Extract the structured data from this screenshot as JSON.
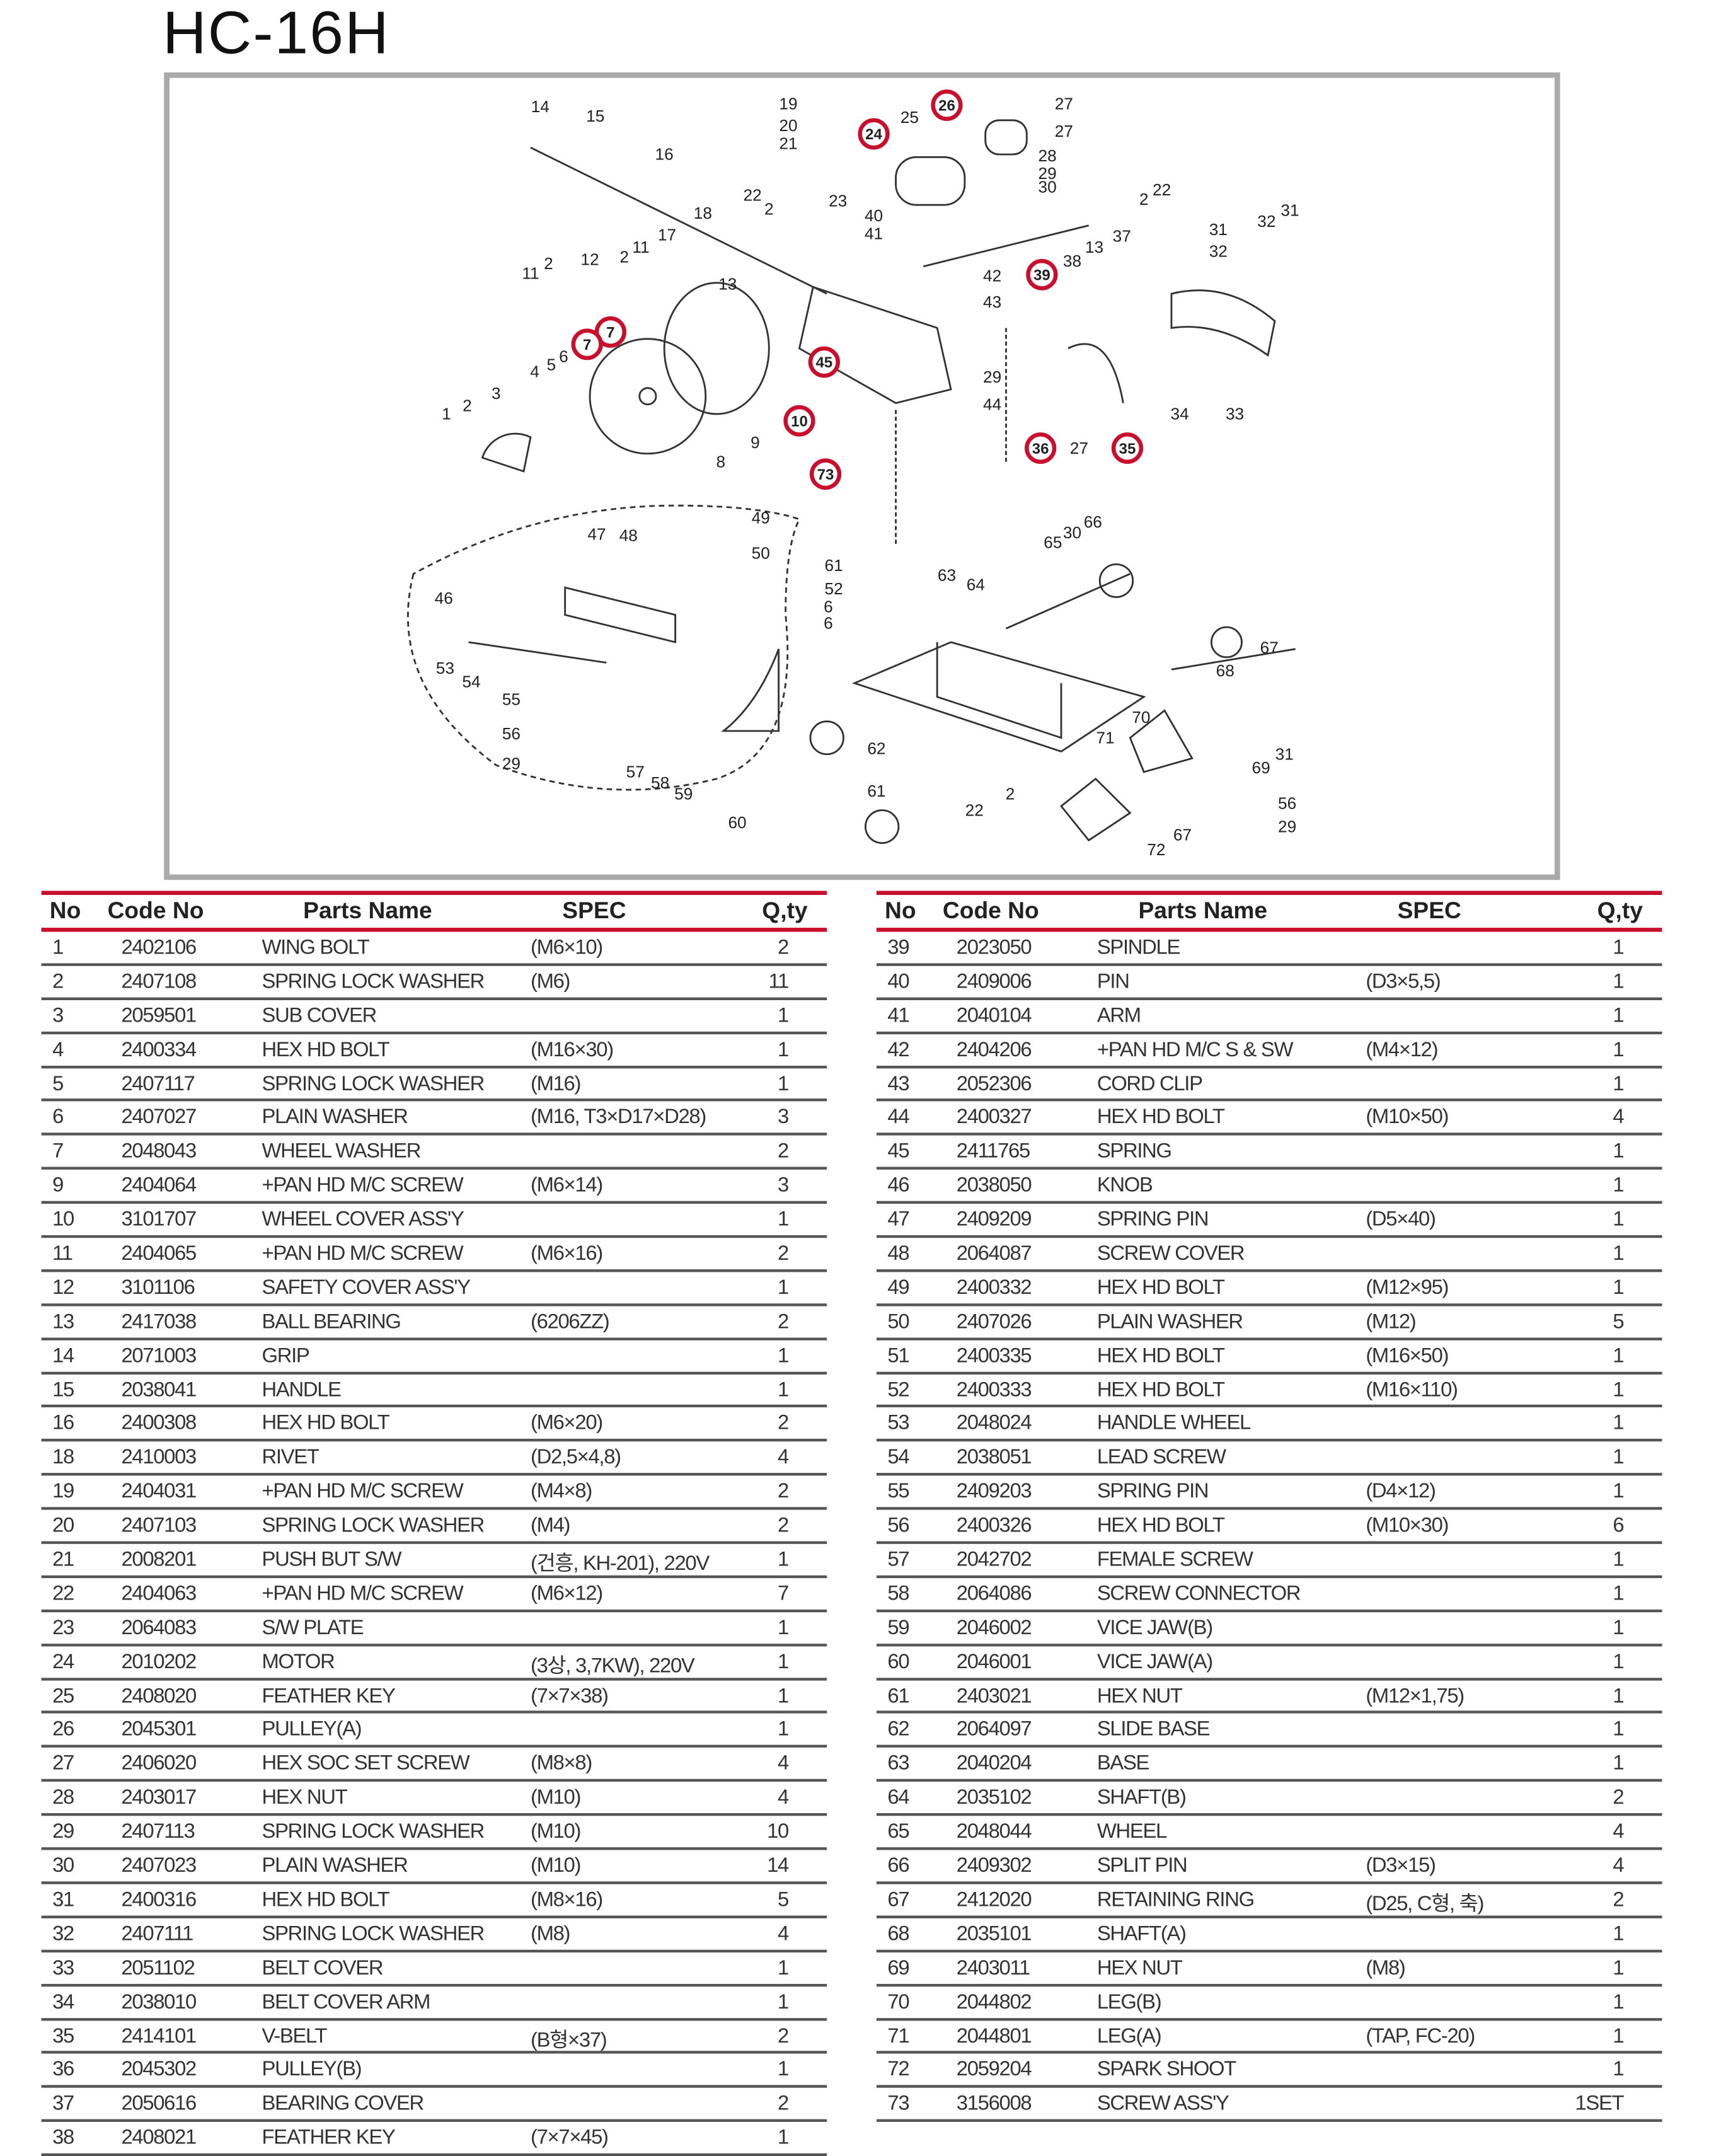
{
  "title": "HC-16H",
  "colors": {
    "accent": "#c8102e",
    "frame": "#aaaaaa"
  },
  "diagram": {
    "callouts": [
      "14",
      "15",
      "19",
      "20",
      "21",
      "24",
      "26",
      "25",
      "27",
      "27",
      "28",
      "29",
      "30",
      "2",
      "22",
      "16",
      "22",
      "2",
      "23",
      "18",
      "17",
      "40",
      "41",
      "38",
      "13",
      "37",
      "31",
      "32",
      "32",
      "31",
      "39",
      "42",
      "43",
      "11",
      "2",
      "12",
      "2",
      "11",
      "13",
      "7",
      "7",
      "45",
      "6",
      "5",
      "4",
      "3",
      "2",
      "1",
      "10",
      "9",
      "8",
      "29",
      "44",
      "36",
      "27",
      "35",
      "34",
      "33",
      "73",
      "47",
      "48",
      "49",
      "50",
      "46",
      "61",
      "52",
      "6",
      "6",
      "63",
      "64",
      "66",
      "30",
      "65",
      "53",
      "54",
      "55",
      "56",
      "29",
      "57",
      "58",
      "59",
      "60",
      "62",
      "61",
      "2",
      "22",
      "67",
      "68",
      "70",
      "71",
      "31",
      "69",
      "56",
      "29",
      "67",
      "72"
    ]
  },
  "table": {
    "headers": {
      "no": "No",
      "code": "Code No",
      "name": "Parts Name",
      "spec": "SPEC",
      "qty": "Q,ty"
    },
    "left": [
      [
        "1",
        "2402106",
        "WING BOLT",
        "(M6×10)",
        "2"
      ],
      [
        "2",
        "2407108",
        "SPRING LOCK WASHER",
        "(M6)",
        "11"
      ],
      [
        "3",
        "2059501",
        "SUB COVER",
        "",
        "1"
      ],
      [
        "4",
        "2400334",
        "HEX HD BOLT",
        "(M16×30)",
        "1"
      ],
      [
        "5",
        "2407117",
        "SPRING LOCK WASHER",
        "(M16)",
        "1"
      ],
      [
        "6",
        "2407027",
        "PLAIN WASHER",
        "(M16, T3×D17×D28)",
        "3"
      ],
      [
        "7",
        "2048043",
        "WHEEL WASHER",
        "",
        "2"
      ],
      [
        "9",
        "2404064",
        "+PAN HD M/C SCREW",
        "(M6×14)",
        "3"
      ],
      [
        "10",
        "3101707",
        "WHEEL COVER ASS'Y",
        "",
        "1"
      ],
      [
        "11",
        "2404065",
        "+PAN HD M/C SCREW",
        "(M6×16)",
        "2"
      ],
      [
        "12",
        "3101106",
        "SAFETY COVER ASS'Y",
        "",
        "1"
      ],
      [
        "13",
        "2417038",
        "BALL BEARING",
        "(6206ZZ)",
        "2"
      ],
      [
        "14",
        "2071003",
        "GRIP",
        "",
        "1"
      ],
      [
        "15",
        "2038041",
        "HANDLE",
        "",
        "1"
      ],
      [
        "16",
        "2400308",
        "HEX HD BOLT",
        "(M6×20)",
        "2"
      ],
      [
        "18",
        "2410003",
        "RIVET",
        "(D2,5×4,8)",
        "4"
      ],
      [
        "19",
        "2404031",
        "+PAN HD M/C SCREW",
        "(M4×8)",
        "2"
      ],
      [
        "20",
        "2407103",
        "SPRING LOCK WASHER",
        "(M4)",
        "2"
      ],
      [
        "21",
        "2008201",
        "PUSH BUT S/W",
        "(건흥, KH-201), 220V",
        "1"
      ],
      [
        "22",
        "2404063",
        "+PAN HD M/C SCREW",
        "(M6×12)",
        "7"
      ],
      [
        "23",
        "2064083",
        "S/W PLATE",
        "",
        "1"
      ],
      [
        "24",
        "2010202",
        "MOTOR",
        "(3상, 3,7KW), 220V",
        "1"
      ],
      [
        "25",
        "2408020",
        "FEATHER KEY",
        "(7×7×38)",
        "1"
      ],
      [
        "26",
        "2045301",
        "PULLEY(A)",
        "",
        "1"
      ],
      [
        "27",
        "2406020",
        "HEX SOC SET SCREW",
        "(M8×8)",
        "4"
      ],
      [
        "28",
        "2403017",
        "HEX NUT",
        "(M10)",
        "4"
      ],
      [
        "29",
        "2407113",
        "SPRING LOCK WASHER",
        "(M10)",
        "10"
      ],
      [
        "30",
        "2407023",
        "PLAIN WASHER",
        "(M10)",
        "14"
      ],
      [
        "31",
        "2400316",
        "HEX HD BOLT",
        "(M8×16)",
        "5"
      ],
      [
        "32",
        "2407111",
        "SPRING LOCK WASHER",
        "(M8)",
        "4"
      ],
      [
        "33",
        "2051102",
        "BELT COVER",
        "",
        "1"
      ],
      [
        "34",
        "2038010",
        "BELT COVER ARM",
        "",
        "1"
      ],
      [
        "35",
        "2414101",
        "V-BELT",
        "(B형×37)",
        "2"
      ],
      [
        "36",
        "2045302",
        "PULLEY(B)",
        "",
        "1"
      ],
      [
        "37",
        "2050616",
        "BEARING COVER",
        "",
        "2"
      ],
      [
        "38",
        "2408021",
        "FEATHER KEY",
        "(7×7×45)",
        "1"
      ]
    ],
    "right": [
      [
        "39",
        "2023050",
        "SPINDLE",
        "",
        "1"
      ],
      [
        "40",
        "2409006",
        "PIN",
        "(D3×5,5)",
        "1"
      ],
      [
        "41",
        "2040104",
        "ARM",
        "",
        "1"
      ],
      [
        "42",
        "2404206",
        "+PAN HD M/C S & SW",
        "(M4×12)",
        "1"
      ],
      [
        "43",
        "2052306",
        "CORD CLIP",
        "",
        "1"
      ],
      [
        "44",
        "2400327",
        "HEX HD BOLT",
        "(M10×50)",
        "4"
      ],
      [
        "45",
        "2411765",
        "SPRING",
        "",
        "1"
      ],
      [
        "46",
        "2038050",
        "KNOB",
        "",
        "1"
      ],
      [
        "47",
        "2409209",
        "SPRING PIN",
        "(D5×40)",
        "1"
      ],
      [
        "48",
        "2064087",
        "SCREW COVER",
        "",
        "1"
      ],
      [
        "49",
        "2400332",
        "HEX HD BOLT",
        "(M12×95)",
        "1"
      ],
      [
        "50",
        "2407026",
        "PLAIN WASHER",
        "(M12)",
        "5"
      ],
      [
        "51",
        "2400335",
        "HEX HD BOLT",
        "(M16×50)",
        "1"
      ],
      [
        "52",
        "2400333",
        "HEX HD BOLT",
        "(M16×110)",
        "1"
      ],
      [
        "53",
        "2048024",
        "HANDLE WHEEL",
        "",
        "1"
      ],
      [
        "54",
        "2038051",
        "LEAD SCREW",
        "",
        "1"
      ],
      [
        "55",
        "2409203",
        "SPRING PIN",
        "(D4×12)",
        "1"
      ],
      [
        "56",
        "2400326",
        "HEX HD BOLT",
        "(M10×30)",
        "6"
      ],
      [
        "57",
        "2042702",
        "FEMALE SCREW",
        "",
        "1"
      ],
      [
        "58",
        "2064086",
        "SCREW CONNECTOR",
        "",
        "1"
      ],
      [
        "59",
        "2046002",
        "VICE JAW(B)",
        "",
        "1"
      ],
      [
        "60",
        "2046001",
        "VICE JAW(A)",
        "",
        "1"
      ],
      [
        "61",
        "2403021",
        "HEX NUT",
        "(M12×1,75)",
        "1"
      ],
      [
        "62",
        "2064097",
        "SLIDE BASE",
        "",
        "1"
      ],
      [
        "63",
        "2040204",
        "BASE",
        "",
        "1"
      ],
      [
        "64",
        "2035102",
        "SHAFT(B)",
        "",
        "2"
      ],
      [
        "65",
        "2048044",
        "WHEEL",
        "",
        "4"
      ],
      [
        "66",
        "2409302",
        "SPLIT PIN",
        "(D3×15)",
        "4"
      ],
      [
        "67",
        "2412020",
        "RETAINING RING",
        "(D25, C형, 축)",
        "2"
      ],
      [
        "68",
        "2035101",
        "SHAFT(A)",
        "",
        "1"
      ],
      [
        "69",
        "2403011",
        "HEX NUT",
        "(M8)",
        "1"
      ],
      [
        "70",
        "2044802",
        "LEG(B)",
        "",
        "1"
      ],
      [
        "71",
        "2044801",
        "LEG(A)",
        "(TAP, FC-20)",
        "1"
      ],
      [
        "72",
        "2059204",
        "SPARK SHOOT",
        "",
        "1"
      ],
      [
        "73",
        "3156008",
        "SCREW ASS'Y",
        "",
        "1SET"
      ]
    ]
  }
}
